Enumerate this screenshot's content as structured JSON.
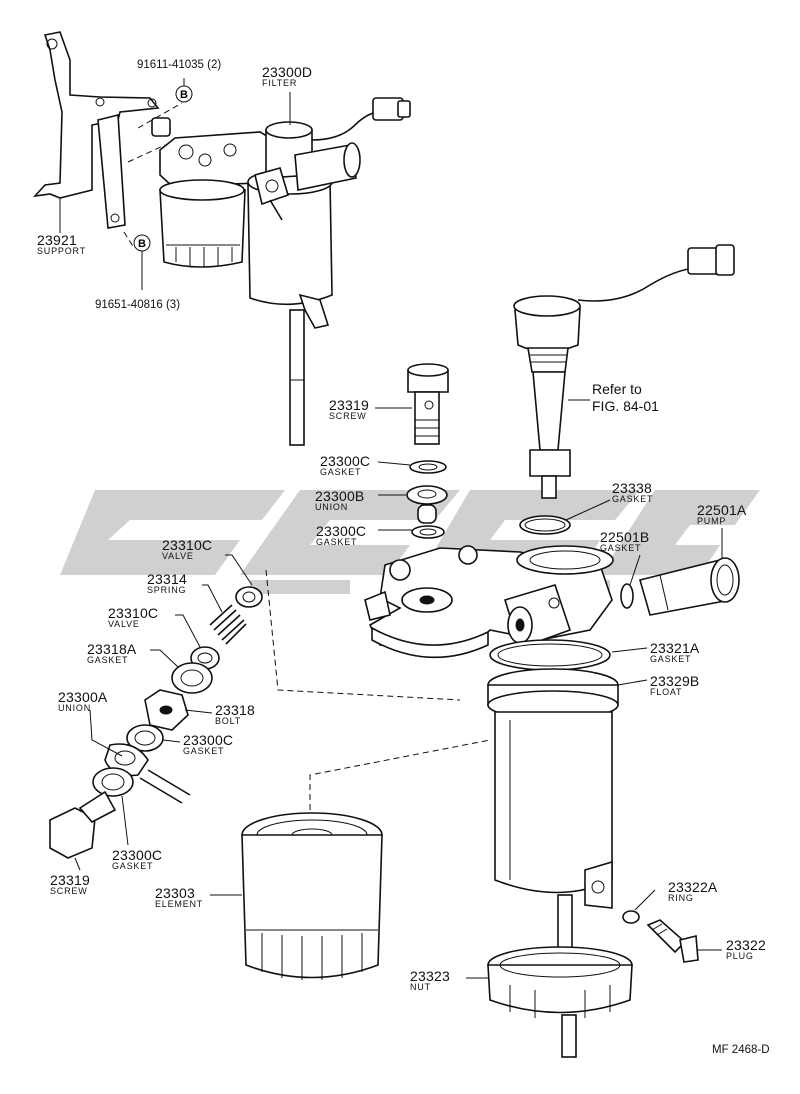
{
  "callouts": [
    {
      "id": "p23300d",
      "number": "23300D",
      "name": "FILTER"
    },
    {
      "id": "p23921",
      "number": "23921",
      "name": "SUPPORT"
    },
    {
      "id": "p23319a",
      "number": "23319",
      "name": "SCREW"
    },
    {
      "id": "p23300c1",
      "number": "23300C",
      "name": "GASKET"
    },
    {
      "id": "p23300b",
      "number": "23300B",
      "name": "UNION"
    },
    {
      "id": "p23300c2",
      "number": "23300C",
      "name": "GASKET"
    },
    {
      "id": "p23338",
      "number": "23338",
      "name": "GASKET"
    },
    {
      "id": "p22501a",
      "number": "22501A",
      "name": "PUMP"
    },
    {
      "id": "p22501b",
      "number": "22501B",
      "name": "GASKET"
    },
    {
      "id": "p23310c1",
      "number": "23310C",
      "name": "VALVE"
    },
    {
      "id": "p23314",
      "number": "23314",
      "name": "SPRING"
    },
    {
      "id": "p23310c2",
      "number": "23310C",
      "name": "VALVE"
    },
    {
      "id": "p23318a",
      "number": "23318A",
      "name": "GASKET"
    },
    {
      "id": "p23321a",
      "number": "23321A",
      "name": "GASKET"
    },
    {
      "id": "p23329b",
      "number": "23329B",
      "name": "FLOAT"
    },
    {
      "id": "p23300a",
      "number": "23300A",
      "name": "UNION"
    },
    {
      "id": "p23318",
      "number": "23318",
      "name": "BOLT"
    },
    {
      "id": "p23300c3",
      "number": "23300C",
      "name": "GASKET"
    },
    {
      "id": "p23300c4",
      "number": "23300C",
      "name": "GASKET"
    },
    {
      "id": "p23319b",
      "number": "23319",
      "name": "SCREW"
    },
    {
      "id": "p23303",
      "number": "23303",
      "name": "ELEMENT"
    },
    {
      "id": "p23322a",
      "number": "23322A",
      "name": "RING"
    },
    {
      "id": "p23322",
      "number": "23322",
      "name": "PLUG"
    },
    {
      "id": "p23323",
      "number": "23323",
      "name": "NUT"
    }
  ],
  "bolt_refs": [
    {
      "id": "bolt1",
      "text": "91611-41035 (2)",
      "marker": "B"
    },
    {
      "id": "bolt2",
      "text": "91651-40816 (3)",
      "marker": "B"
    }
  ],
  "reference": {
    "line1": "Refer to",
    "line2": "FIG. 84-01"
  },
  "figure_code": "MF 2468-D"
}
